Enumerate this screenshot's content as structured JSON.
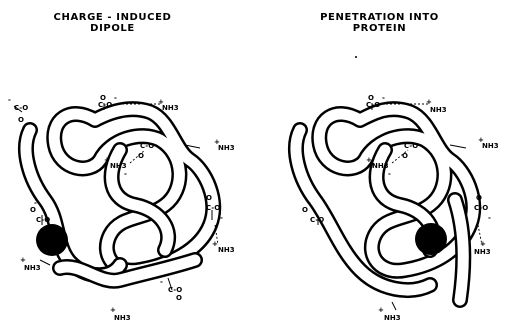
{
  "panels": [
    {
      "title_line1": "CHARGE - INDUCED",
      "title_line2": "DIPOLE",
      "labels": {
        "coo_topleft_sign": "-",
        "coo_topleft": "C-O",
        "coo_topleft_o": "O",
        "coo_top": "C-O",
        "coo_top_o": "O",
        "coo_top_sign": "-",
        "nh3_top": "NH3",
        "nh3_top_sign": "+",
        "nh3_inner": "NH3",
        "nh3_inner_sign": "+",
        "coo_inner": "C-O",
        "coo_inner_o": "O",
        "coo_inner_sign": "-",
        "nh3_right": "NH3",
        "nh3_right_sign": "+",
        "coo_right": "C-O",
        "coo_right_o": "O",
        "coo_right_sign": "-",
        "nh3_right_lower": "NH3",
        "nh3_right_lower_sign": "+",
        "coo_left": "C-O",
        "coo_left_o": "O",
        "coo_left_sign": "-",
        "nh3_bottom_left": "NH3",
        "nh3_bottom_left_sign": "+",
        "coo_bottom": "C-O",
        "coo_bottom_o": "O",
        "coo_bottom_sign": "-",
        "nh3_bottom": "NH3",
        "nh3_bottom_sign": "+"
      }
    },
    {
      "title_line1": "PENETRATION  INTO",
      "title_line2": "PROTEIN",
      "labels": {
        "coo_top": "C-O",
        "coo_top_o": "O",
        "coo_top_sign": "-",
        "nh3_top": "NH3",
        "nh3_top_sign": "+",
        "nh3_inner": "NH3",
        "nh3_inner_sign": "+",
        "coo_inner": "C-O",
        "coo_inner_o": "O",
        "coo_inner_sign": "-",
        "nh3_right": "NH3",
        "nh3_right_sign": "+",
        "coo_right": "C-O",
        "coo_right_o": "O",
        "coo_right_sign": "-",
        "nh3_right_lower": "NH3",
        "nh3_right_lower_sign": "+",
        "coo_left": "C-O",
        "coo_left_o": "O",
        "coo_left_sign": "-",
        "nh3_bottom": "NH3",
        "nh3_bottom_sign": "+"
      }
    }
  ],
  "colors": {
    "ink": "#000000",
    "background": "#ffffff"
  }
}
